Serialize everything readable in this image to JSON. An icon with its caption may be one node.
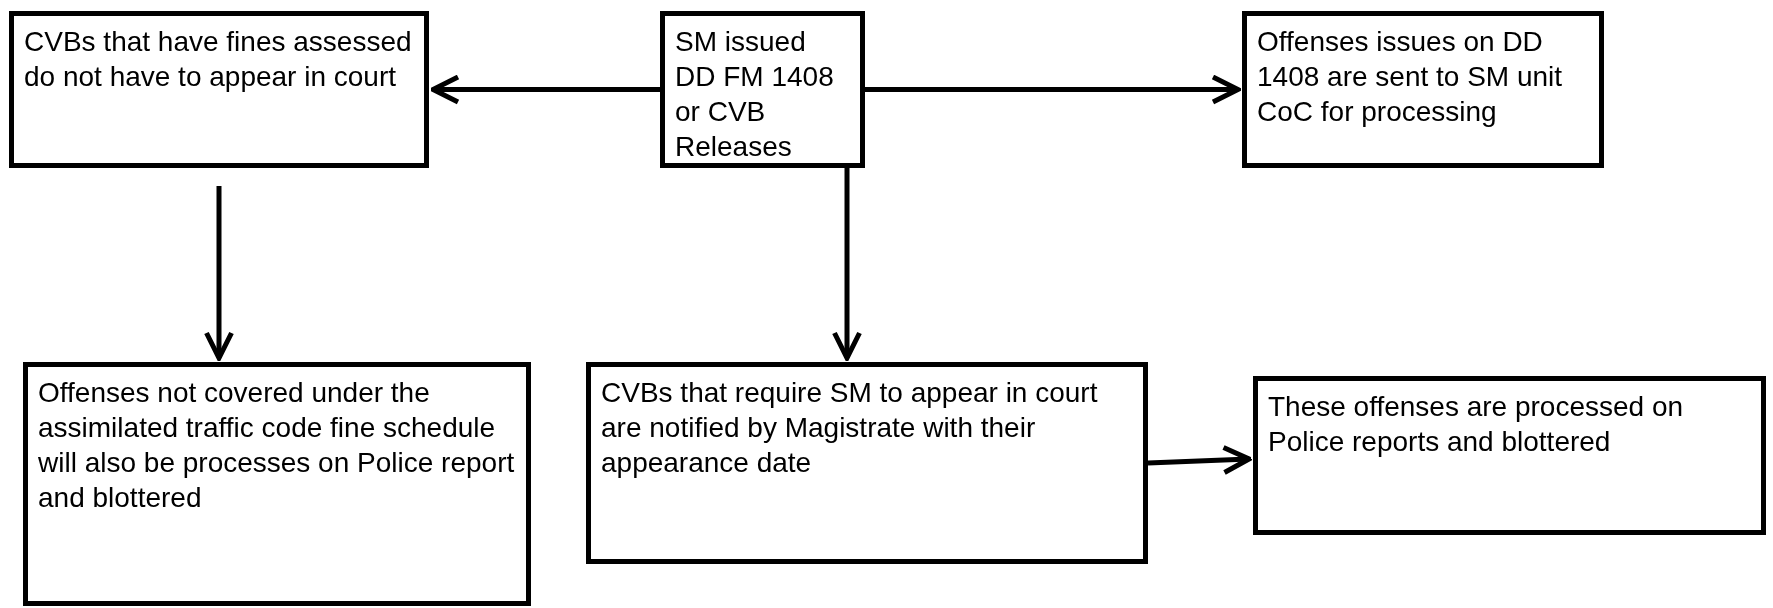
{
  "diagram": {
    "nodes": [
      {
        "text": [
          "CVBs that have fines assessed do not have to appear in court"
        ]
      },
      {
        "text": [
          "SM issued DD FM 1408 or CVB Releases"
        ]
      },
      {
        "text": [
          "Offenses issues on DD 1408 are sent to SM unit CoC for processing"
        ]
      },
      {
        "text": [
          "Offenses not covered under the assimilated traffic code fine schedule will also be processes on Police report and blottered"
        ]
      },
      {
        "text": [
          "CVBs that require SM to appear in court are notified by Magistrate with their appearance date"
        ]
      },
      {
        "text": [
          "These offenses are processed on Police reports and blottered"
        ]
      }
    ],
    "edges": [
      {
        "from": 1,
        "to": 0,
        "arrow": "to"
      },
      {
        "from": 1,
        "to": 2,
        "arrow": "to"
      },
      {
        "from": 0,
        "to": 3,
        "arrow": "to"
      },
      {
        "from": 1,
        "to": 4,
        "arrow": "to"
      },
      {
        "from": 4,
        "to": 5,
        "arrow": "to"
      }
    ]
  }
}
